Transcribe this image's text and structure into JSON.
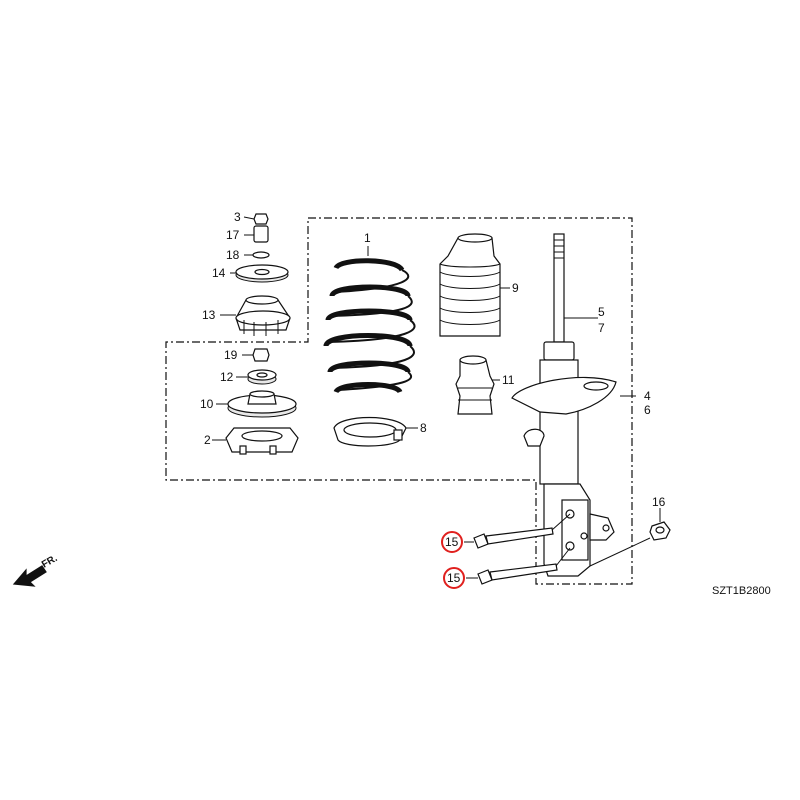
{
  "diagram": {
    "code": "SZT1B2800",
    "direction_label": "FR.",
    "callouts": [
      {
        "id": "c3",
        "text": "3"
      },
      {
        "id": "c17",
        "text": "17"
      },
      {
        "id": "c18",
        "text": "18"
      },
      {
        "id": "c14",
        "text": "14"
      },
      {
        "id": "c13",
        "text": "13"
      },
      {
        "id": "c19",
        "text": "19"
      },
      {
        "id": "c12",
        "text": "12"
      },
      {
        "id": "c10",
        "text": "10"
      },
      {
        "id": "c2",
        "text": "2"
      },
      {
        "id": "c1",
        "text": "1"
      },
      {
        "id": "c8",
        "text": "8"
      },
      {
        "id": "c9",
        "text": "9"
      },
      {
        "id": "c11",
        "text": "11"
      },
      {
        "id": "c5",
        "text": "5"
      },
      {
        "id": "c7",
        "text": "7"
      },
      {
        "id": "c4",
        "text": "4"
      },
      {
        "id": "c6",
        "text": "6"
      },
      {
        "id": "c16",
        "text": "16"
      },
      {
        "id": "c15a",
        "text": "15",
        "highlighted": true
      },
      {
        "id": "c15b",
        "text": "15",
        "highlighted": true
      }
    ],
    "highlight_color": "#e0201e"
  }
}
